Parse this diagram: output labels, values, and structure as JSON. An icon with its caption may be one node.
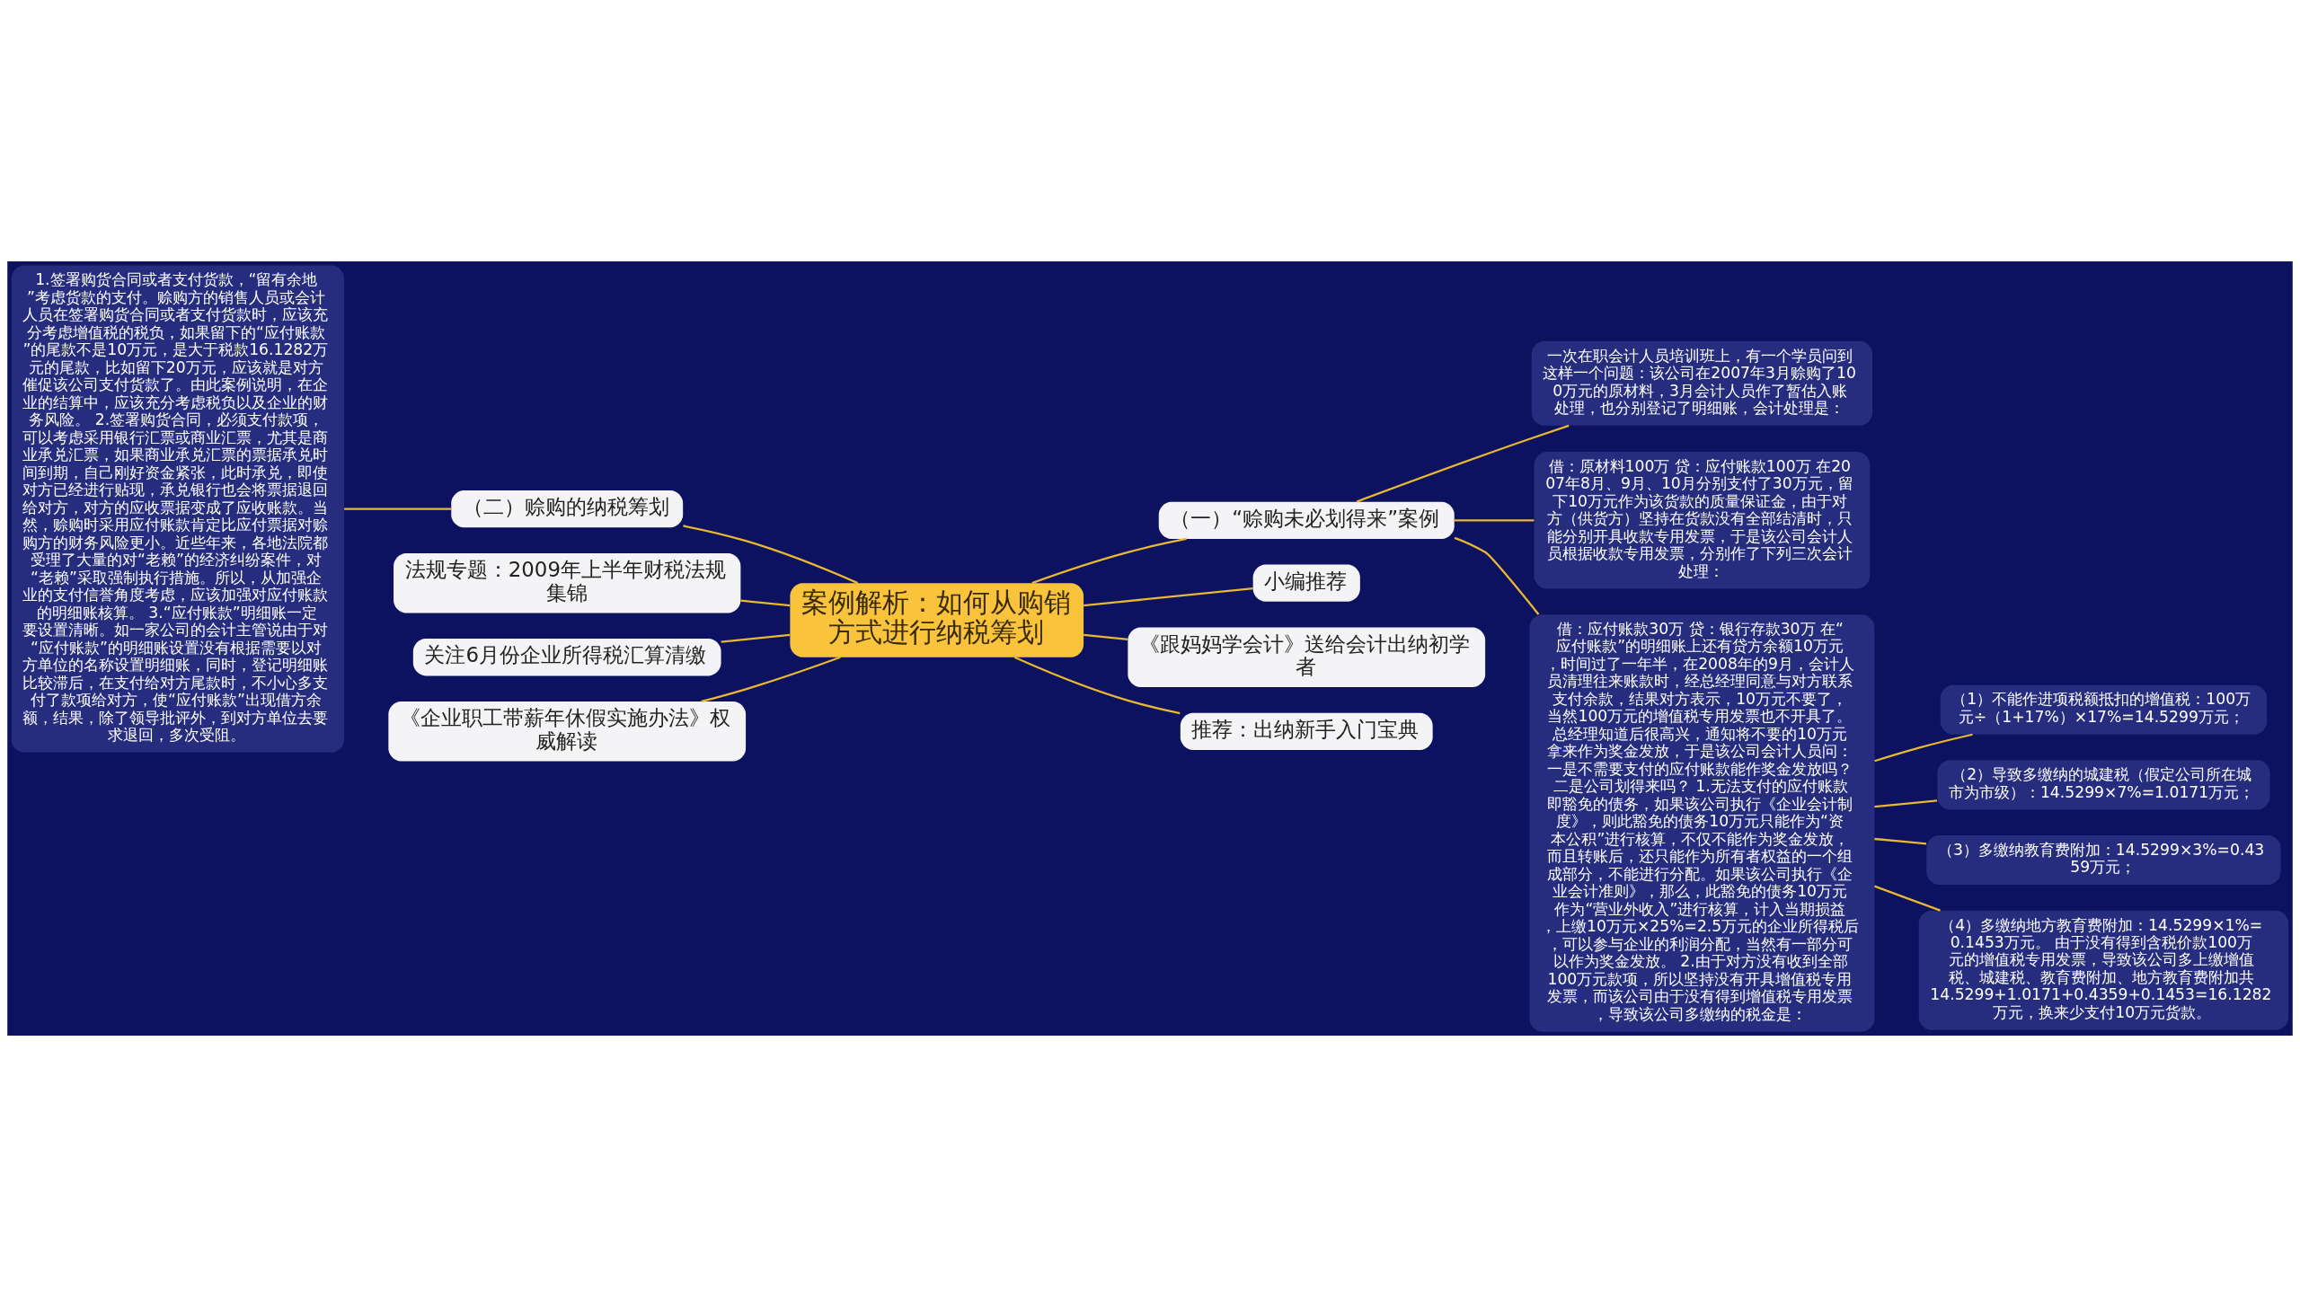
{
  "diagram": {
    "nodes": [
      {
        "text": [
          "案例解析：如何从购销方式进行纳税筹划"
        ]
      },
      {
        "text": [
          "（二）赊购的纳税筹划"
        ]
      },
      {
        "text": [
          "1.签署购货合同或者支付货款，“留有余地”考虑货款的支付。赊购方的销售人员或会计人员在签署购货合同或者支付货款时，应该充分考虑增值税的税负，如果留下的“应付账款”的尾款不是10万元，是大于税款16.1282万元的尾款，比如留下20万元，应该就是对方催促该公司支付货款了。由此案例说明，在企业的结算中，应该充分考虑税负以及企业的财务风险。 2.签署购货合同，必须支付款项，可以考虑采用银行汇票或商业汇票，尤其是商业承兑汇票，如果商业承兑汇票的票据承兑时间到期，自己刚好资金紧张，此时承兑，即使对方已经进行贴现，承兑银行也会将票据退回给对方，对方的应收票据变成了应收账款。当然，赊购时采用应付账款肯定比应付票据对赊购方的财务风险更小。近些年来，各地法院都受理了大量的对“老赖”的经济纠纷案件，对“老赖”采取强制执行措施。所以，从加强企业的支付信誉角度考虑，应该加强对应付账款的明细账核算。 3.“应付账款”明细账一定要设置清晰。如一家公司的会计主管说由于对“应付账款”的明细账设置没有根据需要以对方单位的名称设置明细账，同时，登记明细账比较滞后，在支付给对方尾款时，不小心多支付了款项给对方，使“应付账款”出现借方余额，结果，除了领导批评外，到对方单位去要求退回，多次受阻。"
        ]
      },
      {
        "text": [
          "法规专题：2009年上半年财税法规集锦"
        ]
      },
      {
        "text": [
          "关注6月份企业所得税汇算清缴"
        ]
      },
      {
        "text": [
          "《企业职工带薪年休假实施办法》权威解读"
        ]
      },
      {
        "text": [
          "（一）“赊购未必划得来”案例"
        ]
      },
      {
        "text": [
          "一次在职会计人员培训班上，有一个学员问到这样一个问题：该公司在2007年3月赊购了100万元的原材料，3月会计人员作了暂估入账处理，也分别登记了明细账，会计处理是："
        ]
      },
      {
        "text": [
          "借：原材料100万 贷：应付账款100万 在2007年8月、9月、10月分别支付了30万元，留下10万元作为该货款的质量保证金，由于对方（供货方）坚持在货款没有全部结清时，只能分别开具收款专用发票，于是该公司会计人员根据收款专用发票，分别作了下列三次会计处理："
        ]
      },
      {
        "text": [
          "借：应付账款30万 贷：银行存款30万 在“应付账款”的明细账上还有贷方余额10万元，时间过了一年半，在2008年的9月，会计人员清理往来账款时，经总经理同意与对方联系支付余款，结果对方表示，10万元不要了，当然100万元的增值税专用发票也不开具了。总经理知道后很高兴，通知将不要的10万元拿来作为奖金发放，于是该公司会计人员问：一是不需要支付的应付账款能作奖金发放吗？二是公司划得来吗？ 1.无法支付的应付账款即豁免的债务，如果该公司执行《企业会计制度》，则此豁免的债务10万元只能作为“资本公积”进行核算，不仅不能作为奖金发放，而且转账后，还只能作为所有者权益的一个组成部分，不能进行分配。如果该公司执行《企业会计准则》，那么，此豁免的债务10万元作为“营业外收入”进行核算，计入当期损益，上缴10万元×25%=2.5万元的企业所得税后，可以参与企业的利润分配，当然有一部分可以作为奖金发放。 2.由于对方没有收到全部100万元款项，所以坚持没有开具增值税专用发票，而该公司由于没有得到增值税专用发票，导致该公司多缴纳的税金是："
        ]
      },
      {
        "text": [
          "（1）不能作进项税额抵扣的增值税：100万元÷（1+17%）×17%=14.5299万元；"
        ]
      },
      {
        "text": [
          "（2）导致多缴纳的城建税（假定公司所在城市为市级）：14.5299×7%=1.0171万元；"
        ]
      },
      {
        "text": [
          "（3）多缴纳教育费附加：14.5299×3%=0.4359万元；"
        ]
      },
      {
        "text": [
          "（4）多缴纳地方教育费附加：14.5299×1%=0.1453万元。 由于没有得到含税价款100万元的增值税专用发票，导致该公司多上缴增值税、城建税、教育费附加、地方教育费附加共14.5299+1.0171+0.4359+0.1453=16.1282万元，换来少支付10万元货款。"
        ]
      },
      {
        "text": [
          "小编推荐"
        ]
      },
      {
        "text": [
          "《跟妈妈学会计》送给会计出纳初学者"
        ]
      },
      {
        "text": [
          "推荐：出纳新手入门宝典"
        ]
      }
    ],
    "edges": [
      {
        "from": 0,
        "to": 1,
        "arrow": "none"
      },
      {
        "from": 1,
        "to": 2,
        "arrow": "none"
      },
      {
        "from": 0,
        "to": 3,
        "arrow": "none"
      },
      {
        "from": 0,
        "to": 4,
        "arrow": "none"
      },
      {
        "from": 0,
        "to": 5,
        "arrow": "none"
      },
      {
        "from": 0,
        "to": 6,
        "arrow": "none"
      },
      {
        "from": 6,
        "to": 7,
        "arrow": "none"
      },
      {
        "from": 6,
        "to": 8,
        "arrow": "none"
      },
      {
        "from": 6,
        "to": 9,
        "arrow": "none"
      },
      {
        "from": 9,
        "to": 10,
        "arrow": "none"
      },
      {
        "from": 9,
        "to": 11,
        "arrow": "none"
      },
      {
        "from": 9,
        "to": 12,
        "arrow": "none"
      },
      {
        "from": 9,
        "to": 13,
        "arrow": "none"
      },
      {
        "from": 0,
        "to": 14,
        "arrow": "none"
      },
      {
        "from": 0,
        "to": 15,
        "arrow": "none"
      },
      {
        "from": 0,
        "to": 16,
        "arrow": "none"
      }
    ]
  }
}
